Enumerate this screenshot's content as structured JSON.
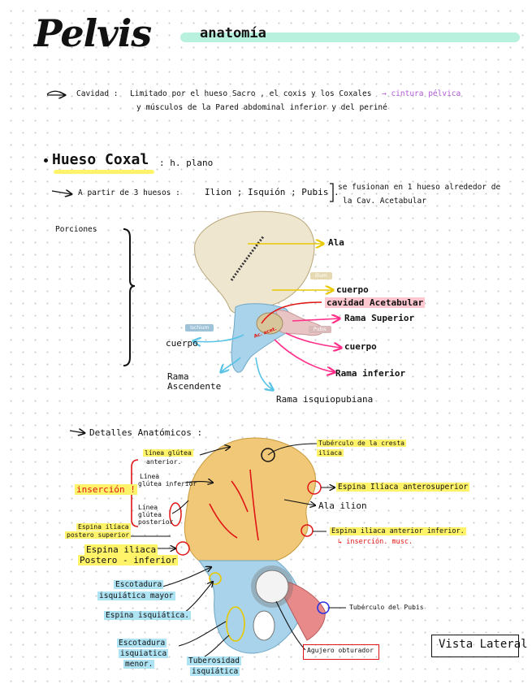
{
  "header": {
    "title": "Pelvis",
    "subtitle": "anatomía"
  },
  "cavidad": {
    "label": "Cavidad :",
    "line1": "Limitado por el hueso Sacro , el coxis y los Coxales",
    "arrow_link": "→ cintura pélvica",
    "line2": "y músculos de la Pared abdominal inferior y del periné"
  },
  "hueso_coxal": {
    "heading": "Hueso Coxal",
    "type": ": h. plano",
    "intro": "A partir de 3 huesos :",
    "bones": "Ilion ; Isquión ; Pubis .",
    "fusion_line1": "se fusionan en 1 hueso alrededor de",
    "fusion_line2": "la Cav. Acetabular",
    "porciones": "Porciones"
  },
  "diagram1": {
    "ala": "Ala",
    "ilium_tag": "Ilium",
    "cuerpo_top": "cuerpo",
    "cavidad_acetabular": "cavidad Acetabular",
    "rama_superior": "Rama Superior",
    "pubis_tag": "Pubis",
    "ischium_tag": "Ischium",
    "cuerpo_left": "cuerpo",
    "cuerpo_right": "cuerpo",
    "rama_inferior": "Rama inferior",
    "rama_ascendente_1": "Rama",
    "rama_ascendente_2": "Ascendente",
    "rama_isquiopubiana": "Rama isquiopubiana",
    "acetabulo_tag": "Ac. acet."
  },
  "detalles": {
    "heading": "Detalles Anatómicos :",
    "insercion": "inserción !",
    "linea_anterior_1": "línea glútea",
    "linea_anterior_2": "anterior.",
    "linea_inferior_1": "Línea",
    "linea_inferior_2": "glútea inferior",
    "linea_posterior_1": "Línea",
    "linea_posterior_2": "glútea",
    "linea_posterior_3": "posterior",
    "espina_ps_1": "Espina ilíaca",
    "espina_ps_2": "postero superior",
    "espina_pi_1": "Espina iliaca",
    "espina_pi_2": "Postero - inferior",
    "escotadura_mayor_1": "Escotadura",
    "escotadura_mayor_2": "isquiática mayor",
    "espina_isquiatica": "Espina isquiática.",
    "escotadura_menor_1": "Escotadura",
    "escotadura_menor_2": "isquiatica",
    "escotadura_menor_3": "menor.",
    "tuberosidad_1": "Tuberosidad",
    "tuberosidad_2": "isquiática",
    "agujero": "Agujero obturador",
    "tuberculo_cresta_1": "Tubérculo de la cresta",
    "tuberculo_cresta_2": "iliaca",
    "espina_as": "Espina Ilíaca anterosuperior",
    "ala_ilion": "Ala ilion",
    "espina_ai": "Espina iliaca anterior inferior.",
    "insercion_musc": "↳ inserción. musc.",
    "tuberculo_pubis": "Tubérculo del Pubis",
    "vista": "Vista Lateral"
  },
  "colors": {
    "ilium": "#efd7a0",
    "ilium_bottom": "#e9c07a",
    "ischium": "#a9d3ea",
    "pubis": "#e98a8a",
    "yellow_highlight": "#fff36a",
    "blue_highlight": "#aee3f3",
    "mint_bar": "#b9f1df",
    "red_ink": "#e01515",
    "pink_ink": "#ff2f8a",
    "purple_ink": "#b05ad6"
  }
}
